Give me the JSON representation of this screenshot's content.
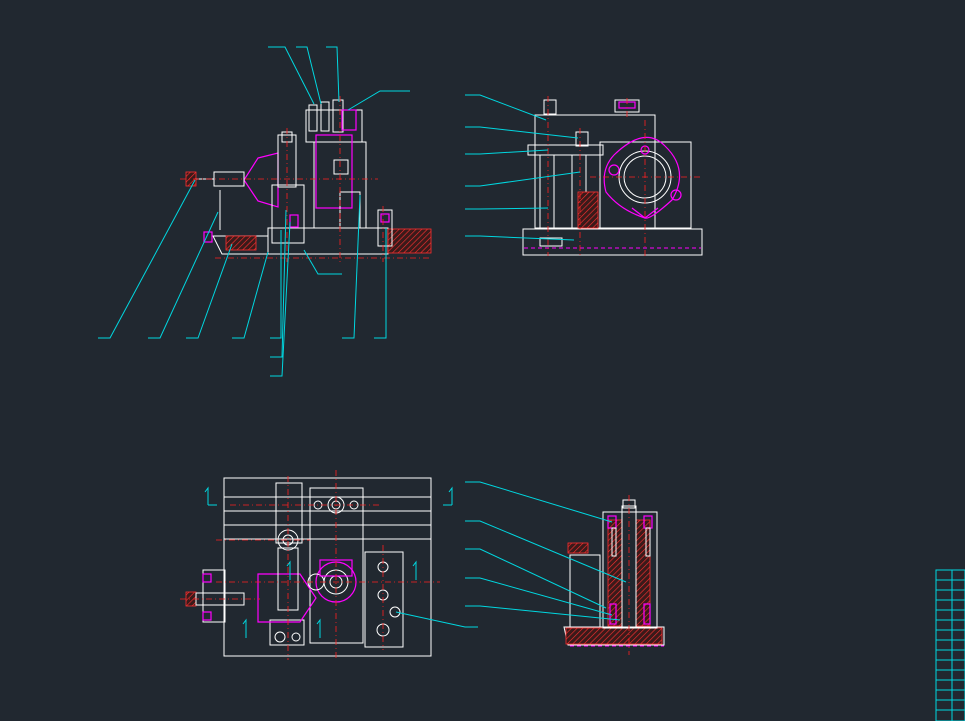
{
  "drawing": {
    "title": "",
    "views": [
      "front-view",
      "side-view",
      "top-view",
      "section-view"
    ],
    "colors": {
      "background": "#212830",
      "outline": "#ffffff",
      "leader": "#00d7e0",
      "centerline": "#ff2020",
      "hidden": "#ff00ff"
    }
  }
}
